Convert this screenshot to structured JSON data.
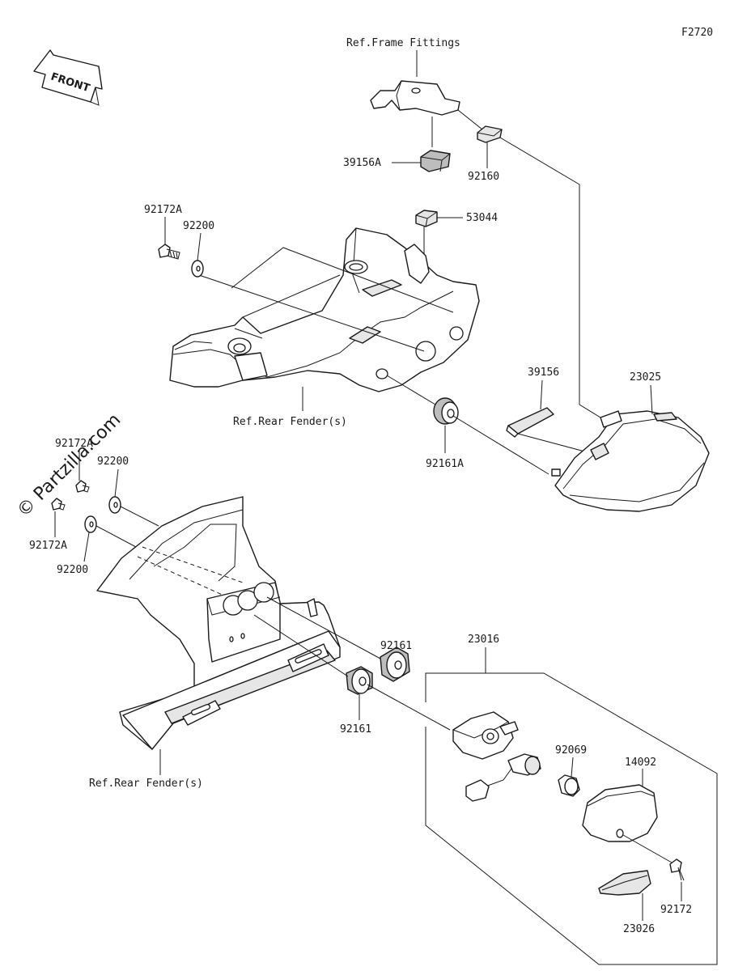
{
  "diagram": {
    "code": "F2720",
    "front_label": "FRONT",
    "watermark": "© Partzilla.com",
    "ref_labels": {
      "frame_fittings": "Ref.Frame Fittings",
      "rear_fender_upper": "Ref.Rear Fender(s)",
      "rear_fender_lower": "Ref.Rear Fender(s)"
    },
    "parts": {
      "p39156A": "39156A",
      "p92160": "92160",
      "p53044": "53044",
      "p92172A_top": "92172A",
      "p92200_top": "92200",
      "p39156": "39156",
      "p23025": "23025",
      "p92161A": "92161A",
      "p92172A_mid": "92172A",
      "p92200_mid": "92200",
      "p92172A_low": "92172A",
      "p92200_low": "92200",
      "p92161_upper": "92161",
      "p92161_lower": "92161",
      "p23016": "23016",
      "p92069": "92069",
      "p14092": "14092",
      "p92172": "92172",
      "p23026": "23026"
    }
  }
}
